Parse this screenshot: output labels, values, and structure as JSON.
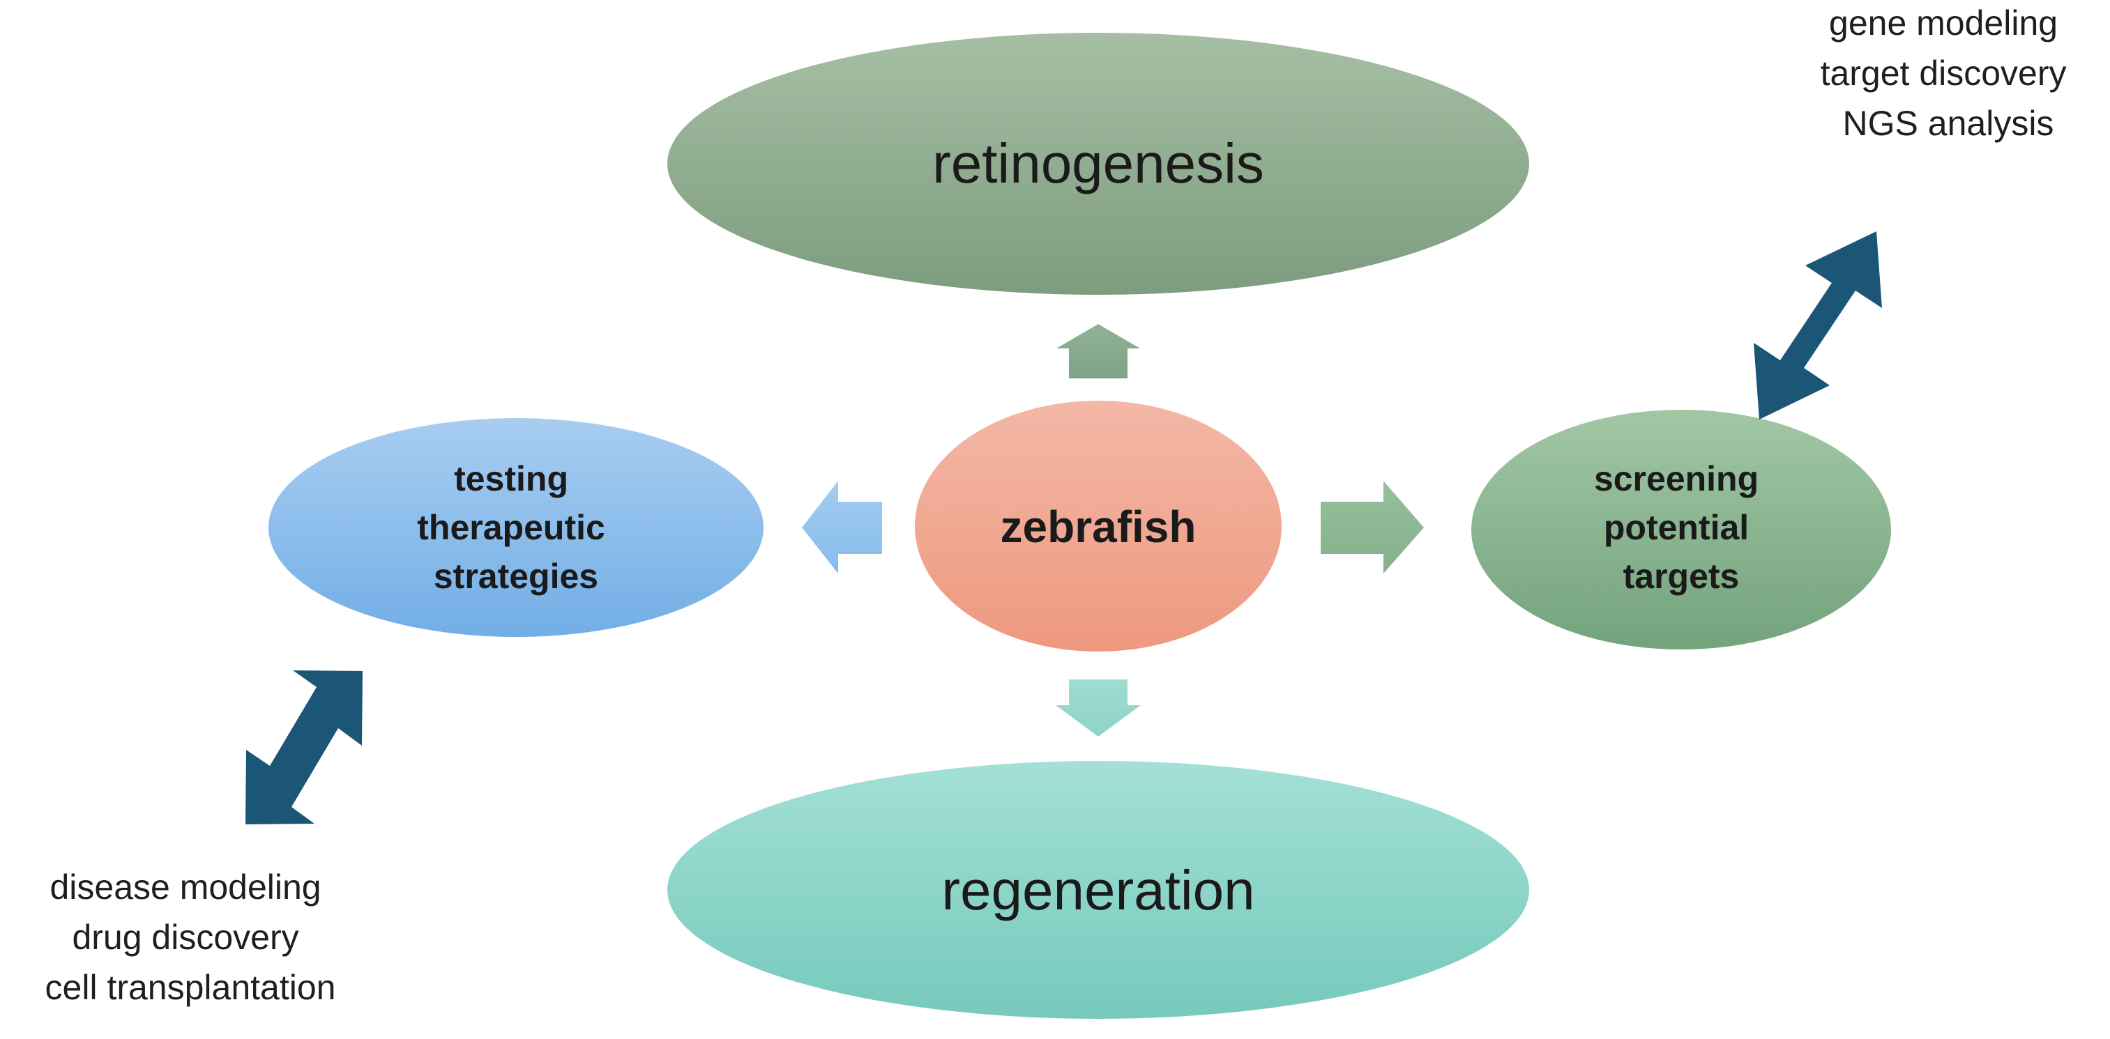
{
  "center": {
    "label": "zebrafish"
  },
  "nodes": {
    "top": {
      "label": "retinogenesis"
    },
    "bottom": {
      "label": "regeneration"
    },
    "left": {
      "lines": [
        "testing",
        "therapeutic",
        "strategies"
      ]
    },
    "right": {
      "lines": [
        "screening",
        "potential",
        "targets"
      ]
    }
  },
  "annotations": {
    "top_right": {
      "lines": [
        "gene modeling",
        "target discovery",
        "NGS analysis"
      ]
    },
    "bottom_left": {
      "lines": [
        "disease modeling",
        "drug discovery",
        "cell transplantation"
      ]
    }
  },
  "colors": {
    "center": "#f0a088",
    "top": "#8ba98b",
    "bottom": "#86d2c6",
    "left": "#7eb6ea",
    "right": "#7fae87",
    "double_arrow": "#1b5676"
  },
  "icons": {
    "arrow_up": "block-arrow-up-icon",
    "arrow_down": "block-arrow-down-icon",
    "arrow_left": "block-arrow-left-icon",
    "arrow_right": "block-arrow-right-icon",
    "double_arrow": "double-headed-arrow-icon"
  }
}
